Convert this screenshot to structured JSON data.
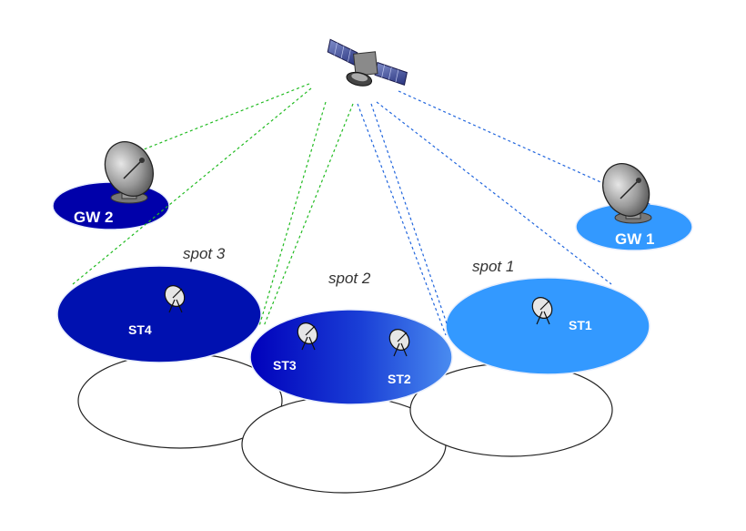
{
  "labels": {
    "gw1": "GW 1",
    "gw2": "GW 2",
    "st1": "ST1",
    "st2": "ST2",
    "st3": "ST3",
    "st4": "ST4",
    "spot1": "spot 1",
    "spot2": "spot 2",
    "spot3": "spot 3"
  },
  "colors": {
    "background": "#ffffff",
    "spot1_blue": "#3399ff",
    "spot2_blue_dark": "#0000bb",
    "spot2_blue_light": "#4a8cf0",
    "spot3_blue": "#0011b0",
    "gw1_blue": "#3399ff",
    "gw2_blue": "#0000aa",
    "link_green": "#22bb22",
    "link_blue": "#2266dd",
    "cell_outline": "#222222"
  },
  "icons": {
    "satellite": "satellite-icon",
    "gateway_dish": "gateway-dish-icon",
    "terminal_dish": "terminal-dish-icon"
  }
}
